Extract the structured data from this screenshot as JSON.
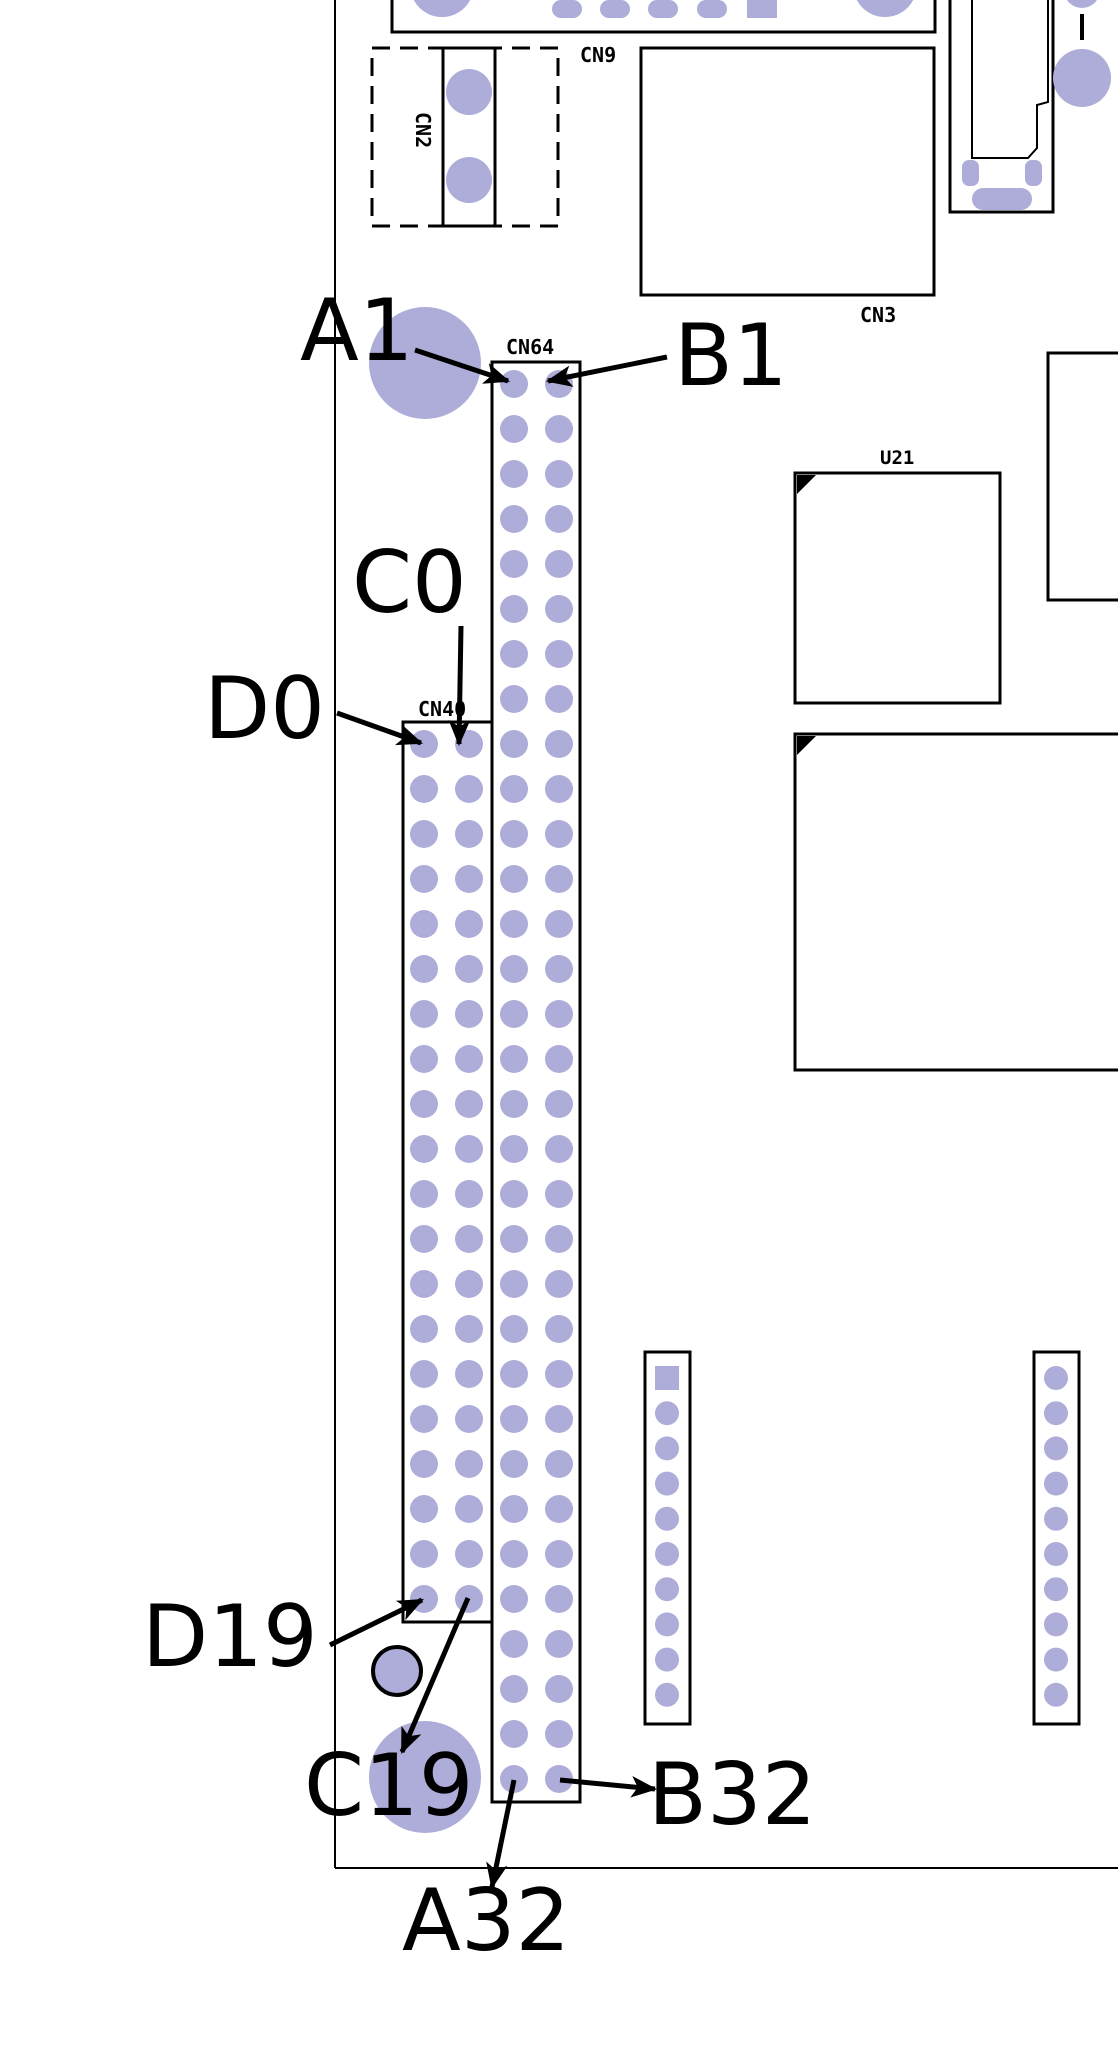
{
  "colors": {
    "pad": "#aeacd8",
    "outline": "#000000",
    "background": "#ffffff"
  },
  "components": {
    "cn9": "CN9",
    "cn2": "CN2",
    "cn3": "CN3",
    "cn64": "CN64",
    "u21": "U21",
    "cn40": "CN40"
  },
  "callouts": {
    "a1": "A1",
    "b1": "B1",
    "c0": "C0",
    "d0": "D0",
    "d19": "D19",
    "c19": "C19",
    "a32": "A32",
    "b32": "B32"
  },
  "connectors": {
    "cn64_rows": 32,
    "cn40_rows": 20,
    "header_pins": 10
  }
}
